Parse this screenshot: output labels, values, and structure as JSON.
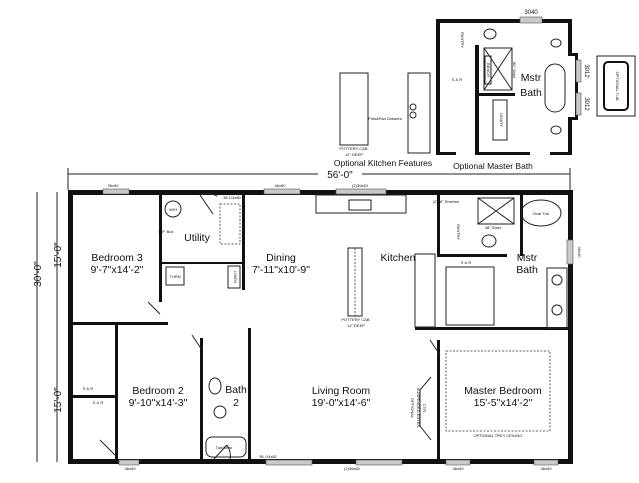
{
  "plan": {
    "overall_width": "56'-0\"",
    "overall_depth": "30'-0\"",
    "half_depth_top": "15'-0\"",
    "half_depth_bottom": "15'-0\"",
    "rooms": {
      "bedroom3": {
        "name": "Bedroom 3",
        "size": "9'-7\"x14'-2\""
      },
      "utility": {
        "name": "Utility"
      },
      "dining": {
        "name": "Dining",
        "size": "7'-11\"x10'-9\""
      },
      "kitchen": {
        "name": "Kitchen"
      },
      "mstr_bath": {
        "name1": "Mstr",
        "name2": "Bath"
      },
      "bedroom2": {
        "name": "Bedroom 2",
        "size": "9'-10\"x14'-3\""
      },
      "bath2": {
        "name1": "Bath",
        "name2": "2"
      },
      "living": {
        "name": "Living Room",
        "size": "19'-0\"x14'-6\""
      },
      "master_bedroom": {
        "name": "Master Bedroom",
        "size": "15'-5\"x14'-2\""
      }
    },
    "windows": {
      "bed3_top": "36x59",
      "dining_top": "46x80",
      "kitchen_top": "(2)30x40",
      "bath_right": "30x40",
      "bed2_bottom": "36x59",
      "living_bottom": "(2)36x80",
      "master_bottom1": "36x59",
      "master_bottom2": "36x59"
    },
    "doors": {
      "utility": "36 1/4x80",
      "front": "36 1/4x82"
    },
    "fixtures": {
      "wh": "W/H",
      "ep_box": "E.P. Box",
      "linen": "LINEN",
      "turn": "TURN",
      "pottery": "POTTERY CAB.",
      "pottery_deep": "12\" DEEP",
      "oval_tub": "Oval Tub",
      "shower": "48\" Shwr",
      "shelves": "(2)16\" Shelves",
      "pantry": "PANTRY",
      "sr": "S & R",
      "tub_shwr": "Tub/Shwr",
      "trey": "OPTIONAL TREY CEILING",
      "ent1": "OPTIONAL",
      "ent2": "SUSPENDED ENTER.",
      "ent3": "CTR"
    }
  },
  "optional_kitchen": {
    "caption": "Optional Kitchen Features",
    "pots": "Pots&Pan Drawers",
    "pottery": "POTTERY CAB.",
    "pottery_deep": "12\" DEEP"
  },
  "optional_bath": {
    "caption": "Optional Master Bath",
    "name1": "Mstr",
    "name2": "Bath",
    "win_top": "3040",
    "win_r1": "3012",
    "win_r2": "3012",
    "tub": "OPTIONAL TUB",
    "vanity": "VANITY",
    "shower": "60\" Shwr",
    "bench": "BENCH",
    "sr": "S & R",
    "pantry": "PANTRY"
  }
}
